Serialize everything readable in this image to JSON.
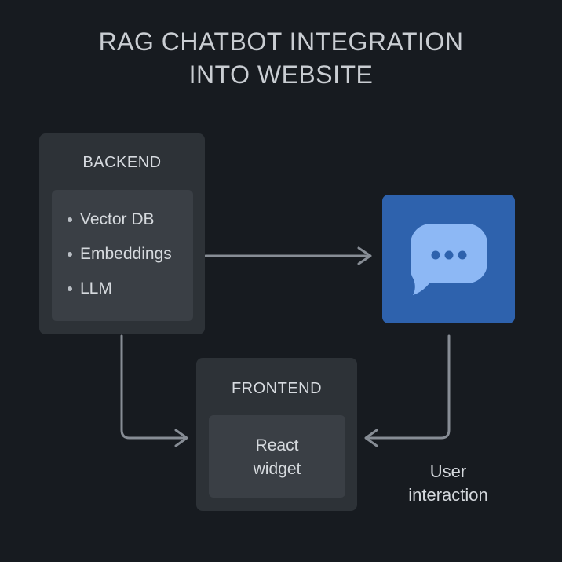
{
  "title": {
    "line1": "RAG CHATBOT INTEGRATION",
    "line2": "INTO WEBSITE"
  },
  "backend": {
    "label": "BACKEND",
    "items": [
      "Vector DB",
      "Embeddings",
      "LLM"
    ]
  },
  "frontend": {
    "label": "FRONTEND",
    "widget_line1": "React",
    "widget_line2": "widget"
  },
  "chat": {
    "icon": "chat-bubble-icon",
    "card_color": "#2e62ad",
    "bubble_color": "#8db8f5",
    "dot_color": "#2e62ad"
  },
  "annotation": {
    "line1": "User",
    "line2": "interaction"
  },
  "colors": {
    "background": "#171b20",
    "panel": "#2d3237",
    "inner_panel": "#3a3f45",
    "connector": "#878d95"
  }
}
